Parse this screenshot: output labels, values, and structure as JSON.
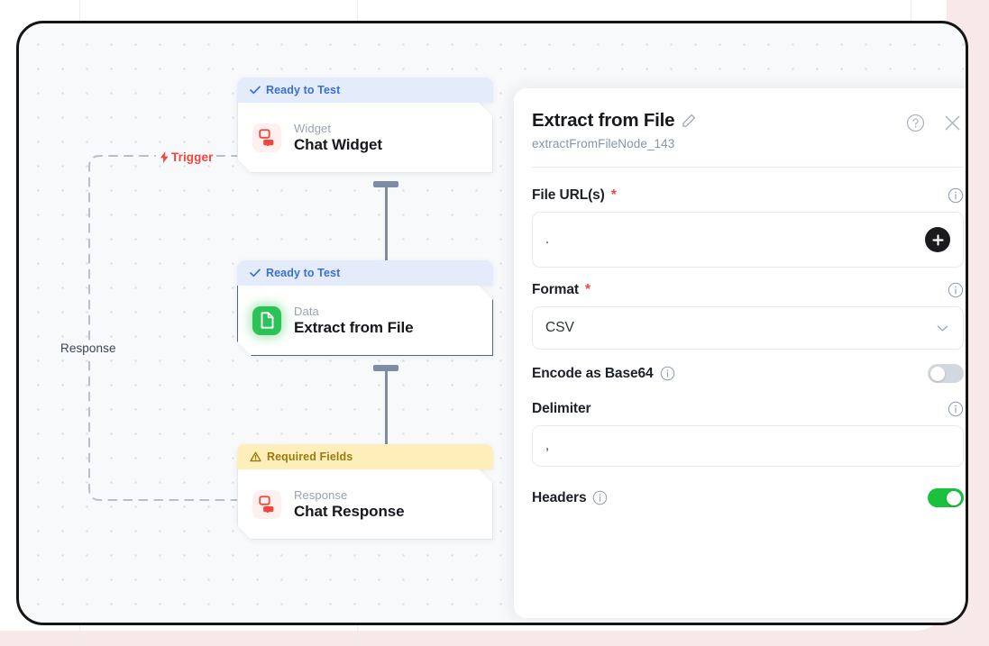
{
  "canvas": {
    "edges": [
      {
        "id": "trigger",
        "label": "Trigger",
        "icon": "lightning-bolt-icon",
        "color": "#f2453d"
      },
      {
        "id": "response",
        "label": "Response",
        "icon": "none",
        "color": "#3c4257"
      }
    ],
    "nodes": [
      {
        "id": "chat-widget",
        "status": "Ready to Test",
        "status_type": "ready",
        "status_icon": "check-icon",
        "kind": "Widget",
        "title": "Chat Widget",
        "icon": "chat-bubbles-icon",
        "icon_color": "#f2453d",
        "selected": false
      },
      {
        "id": "extract-from-file",
        "status": "Ready to Test",
        "status_type": "ready",
        "status_icon": "check-icon",
        "kind": "Data",
        "title": "Extract from File",
        "icon": "document-icon",
        "icon_color": "#2bc257",
        "selected": true
      },
      {
        "id": "chat-response",
        "status": "Required Fields",
        "status_type": "warn",
        "status_icon": "warning-triangle-icon",
        "kind": "Response",
        "title": "Chat Response",
        "icon": "chat-bubbles-icon",
        "icon_color": "#f2453d",
        "selected": false
      }
    ]
  },
  "panel": {
    "title": "Extract from File",
    "edit_icon": "pencil-icon",
    "subtitle": "extractFromFileNode_143",
    "help_icon": "help-circle-icon",
    "close_icon": "close-icon",
    "fields": {
      "file_urls": {
        "label": "File URL(s)",
        "required": true,
        "required_mark": "*",
        "value": ".",
        "info_icon": "info-circle-icon",
        "add_button_label": "+",
        "add_button_icon": "plus-icon"
      },
      "format": {
        "label": "Format",
        "required": true,
        "required_mark": "*",
        "value": "CSV",
        "info_icon": "info-circle-icon",
        "chevron_icon": "chevron-down-icon",
        "options": [
          "CSV"
        ]
      },
      "encode_base64": {
        "label": "Encode as Base64",
        "info_icon": "info-circle-icon",
        "state": "off"
      },
      "delimiter": {
        "label": "Delimiter",
        "value": ",",
        "info_icon": "info-circle-icon"
      },
      "headers": {
        "label": "Headers",
        "info_icon": "info-circle-icon",
        "state": "on"
      }
    }
  },
  "colors": {
    "page_background": "#f7e8ea",
    "canvas_background": "#f8f9fb",
    "accent_red": "#f2453d",
    "accent_green": "#19c13c",
    "status_ready_bg": "#e4ecfb",
    "status_ready_text": "#3b6fd4",
    "status_warn_bg": "#fdeeba",
    "status_warn_text": "#9b7b10"
  }
}
